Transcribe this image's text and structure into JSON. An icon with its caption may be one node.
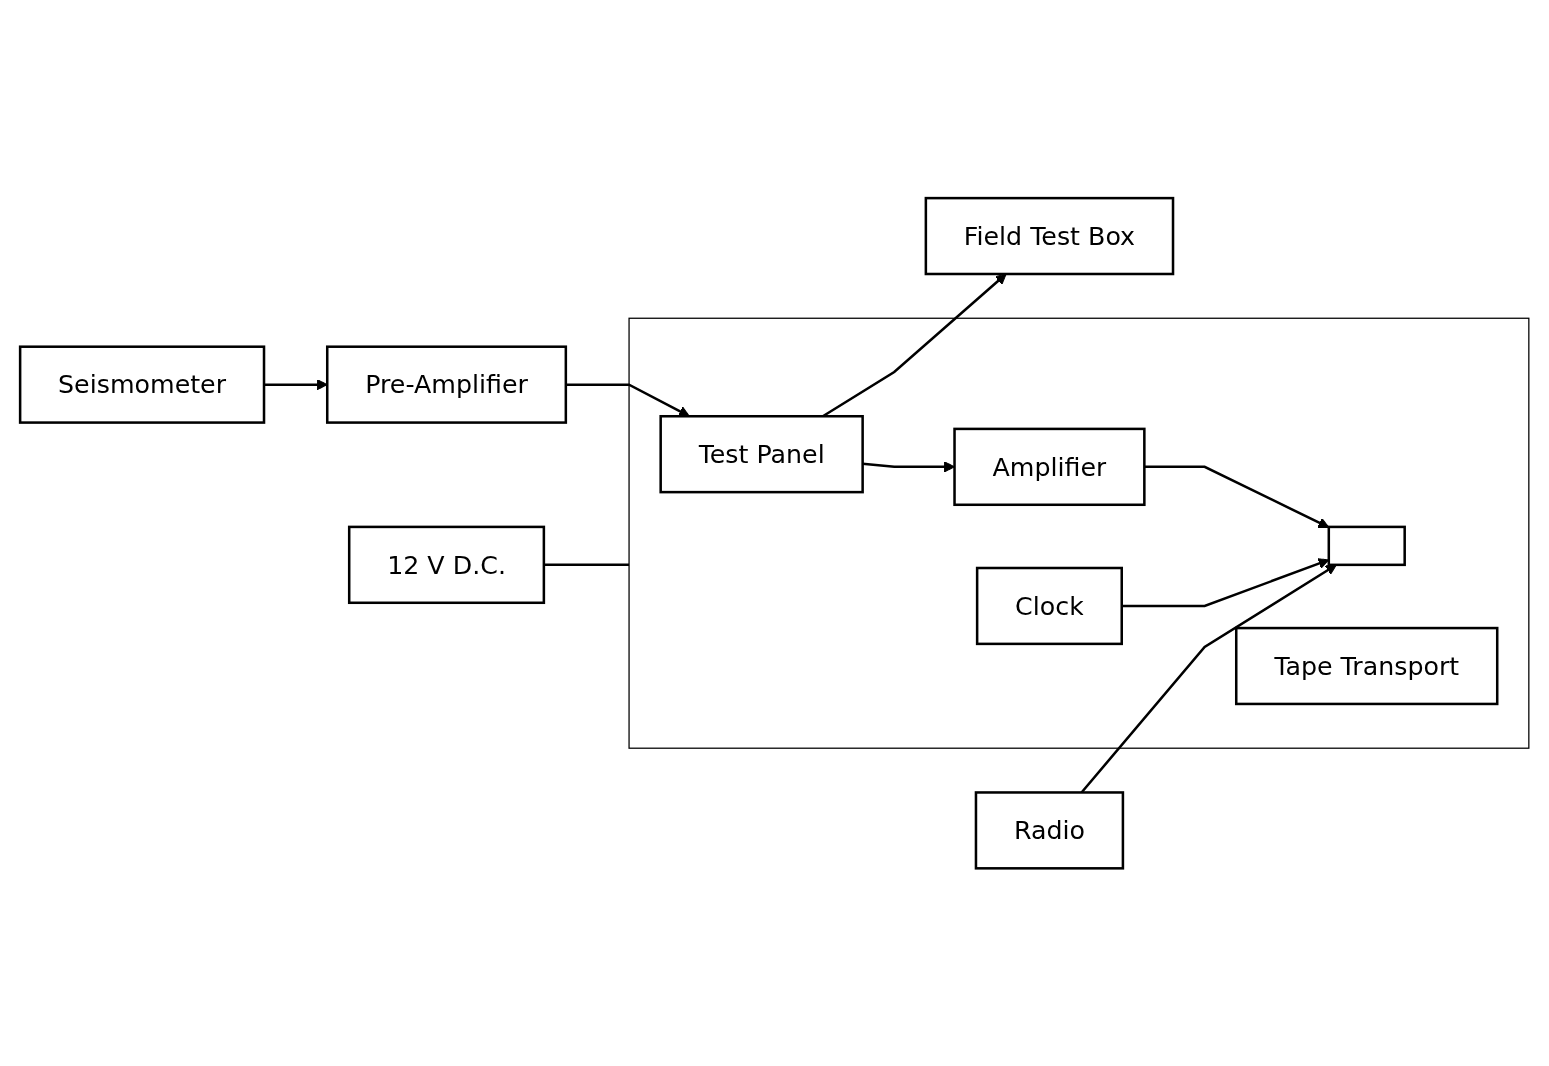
{
  "diagram": {
    "nodes": [
      {
        "text": [
          "Field Test Box"
        ]
      },
      {
        "text": [],
        "shape": "box"
      },
      {
        "text": [
          "Test Panel"
        ],
        "in": 1
      },
      {
        "text": [
          "Amplifier"
        ],
        "in": 1
      },
      {
        "text": [],
        "shape": "box",
        "in": 1
      },
      {
        "text": [
          "Tape Transport"
        ],
        "in": 1
      },
      {
        "text": [
          "Clock"
        ],
        "in": 1
      },
      {
        "text": [
          "Seismometer"
        ]
      },
      {
        "text": [
          "Pre-Amplifier"
        ]
      },
      {
        "text": [
          "Radio"
        ]
      },
      {
        "text": [
          "12 V D.C."
        ]
      }
    ],
    "edges": [
      {
        "from": 7,
        "to": 8,
        "arrow": "to"
      },
      {
        "from": 8,
        "to": 2,
        "arrow": "to"
      },
      {
        "from": 2,
        "to": 0,
        "arrow": "to"
      },
      {
        "from": 2,
        "to": 3,
        "arrow": "to"
      },
      {
        "from": 3,
        "to": 4,
        "arrow": "to"
      },
      {
        "from": 9,
        "to": 4,
        "arrow": "to"
      },
      {
        "from": 6,
        "to": 4,
        "arrow": "to"
      },
      {
        "from": 10,
        "to": 1,
        "arrow": "none"
      }
    ]
  }
}
